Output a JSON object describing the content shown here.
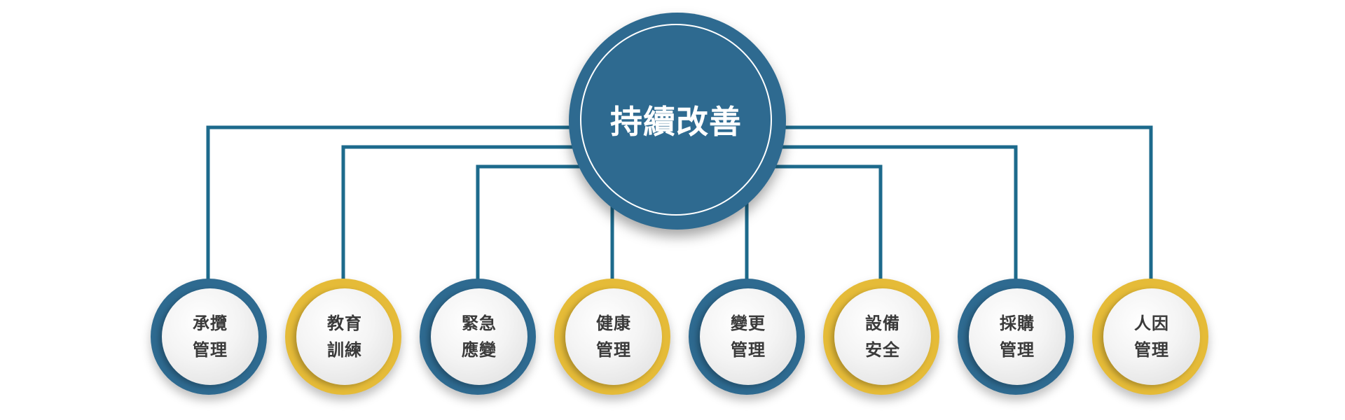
{
  "diagram": {
    "center": {
      "title": "持續改善",
      "color": "#2e6a90"
    },
    "children": [
      {
        "line1": "承攬",
        "line2": "管理",
        "color": "#2e6a90",
        "tone": "blue"
      },
      {
        "line1": "教育",
        "line2": "訓練",
        "color": "#e5bb38",
        "tone": "gold"
      },
      {
        "line1": "緊急",
        "line2": "應變",
        "color": "#2e6a90",
        "tone": "blue"
      },
      {
        "line1": "健康",
        "line2": "管理",
        "color": "#e5bb38",
        "tone": "gold"
      },
      {
        "line1": "變更",
        "line2": "管理",
        "color": "#2e6a90",
        "tone": "blue"
      },
      {
        "line1": "設備",
        "line2": "安全",
        "color": "#e5bb38",
        "tone": "gold"
      },
      {
        "line1": "採購",
        "line2": "管理",
        "color": "#2e6a90",
        "tone": "blue"
      },
      {
        "line1": "人因",
        "line2": "管理",
        "color": "#e5bb38",
        "tone": "gold"
      }
    ],
    "connector_color": "#1d6a8c"
  }
}
